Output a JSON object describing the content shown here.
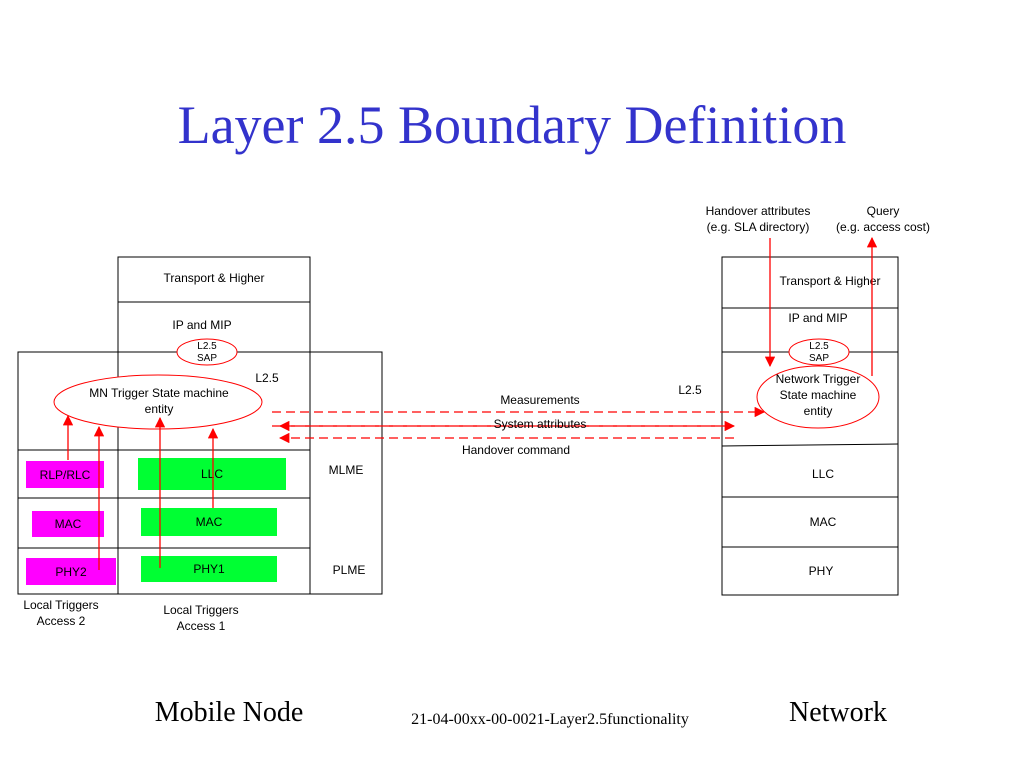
{
  "title": "Layer 2.5 Boundary Definition",
  "mobile_node": {
    "transport": "Transport & Higher",
    "ip": "IP and MIP",
    "sap_line1": "L2.5",
    "sap_line2": "SAP",
    "l25": "L2.5",
    "trigger_line1": "MN Trigger State machine",
    "trigger_line2": "entity",
    "llc": "LLC",
    "mac": "MAC",
    "phy1": "PHY1",
    "rlp": "RLP/RLC",
    "mac2": "MAC",
    "phy2": "PHY2",
    "mlme": "MLME",
    "plme": "PLME",
    "local2_line1": "Local Triggers",
    "local2_line2": "Access 2",
    "local1_line1": "Local Triggers",
    "local1_line2": "Access 1",
    "caption": "Mobile Node"
  },
  "network": {
    "transport": "Transport & Higher",
    "ip": "IP and MIP",
    "sap_line1": "L2.5",
    "sap_line2": "SAP",
    "l25": "L2.5",
    "trigger_line1": "Network Trigger",
    "trigger_line2": "State machine",
    "trigger_line3": "entity",
    "llc": "LLC",
    "mac": "MAC",
    "phy": "PHY",
    "handover_attr_line1": "Handover attributes",
    "handover_attr_line2": "(e.g. SLA directory)",
    "query_line1": "Query",
    "query_line2": "(e.g. access cost)",
    "caption": "Network"
  },
  "messages": {
    "measurements": "Measurements",
    "system_attributes": "System attributes",
    "handover_command": "Handover command"
  },
  "footer": "21-04-00xx-00-0021-Layer2.5functionality",
  "colors": {
    "title": "#3333cc",
    "arrow": "#ff0000",
    "green": "#00ff33",
    "magenta": "#ff00ff"
  }
}
